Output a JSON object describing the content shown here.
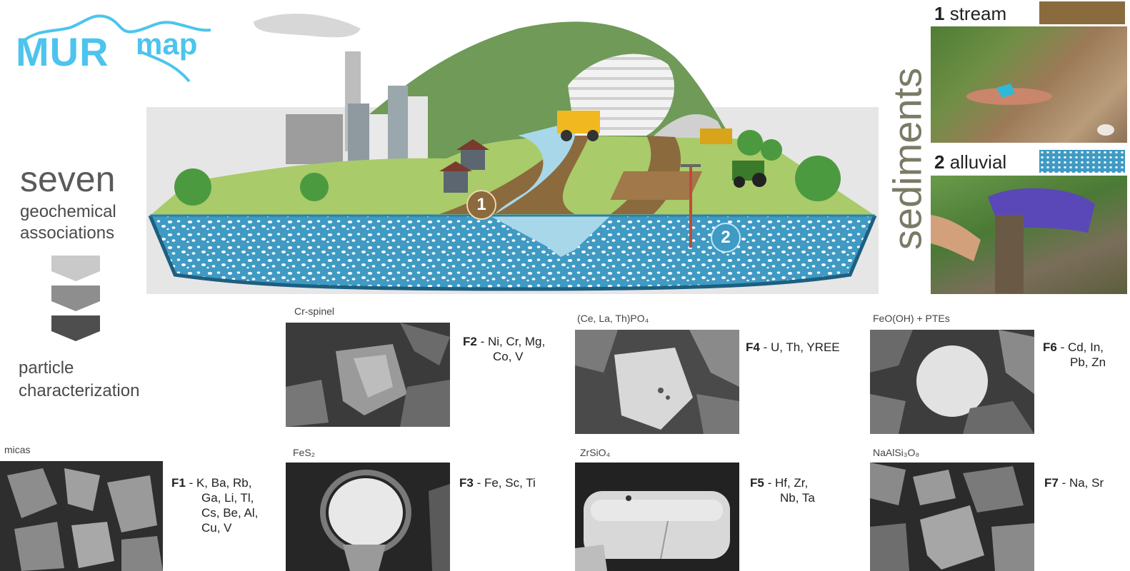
{
  "logo": {
    "mur": "MUR",
    "map": "map"
  },
  "left": {
    "seven": "seven",
    "associations": "geochemical associations",
    "particle": "particle characterization",
    "chevron_colors": [
      "#c9c9c9",
      "#8e8e8e",
      "#4e4e4e"
    ]
  },
  "landscape": {
    "marker1": "1",
    "marker2": "2"
  },
  "sediments": {
    "title": "sediments",
    "stream_num": "1",
    "stream_label": "stream",
    "stream_color": "#8a6b3e",
    "alluvial_num": "2",
    "alluvial_label": "alluvial",
    "alluvial_color": "#3f9ac4"
  },
  "panels": [
    {
      "caption": "micas",
      "fid": "F1",
      "elements": " - K, Ba, Rb,",
      "elements2": "Ga, Li, Tl,",
      "elements3": "Cs, Be, Al,",
      "elements4": "Cu, V"
    },
    {
      "caption": "Cr-spinel",
      "fid": "F2",
      "elements": " - Ni, Cr, Mg,",
      "elements2": "Co, V"
    },
    {
      "caption": "FeS₂",
      "fid": "F3",
      "elements": " - Fe, Sc, Ti"
    },
    {
      "caption": "(Ce, La, Th)PO₄",
      "fid": "F4",
      "elements": " - U, Th, YREE"
    },
    {
      "caption": "ZrSiO₄",
      "fid": "F5",
      "elements": " - Hf, Zr,",
      "elements2": "Nb, Ta"
    },
    {
      "caption": "FeO(OH) + PTEs",
      "fid": "F6",
      "elements": " - Cd, In,",
      "elements2": "Pb, Zn"
    },
    {
      "caption": "NaAlSi₃O₈",
      "fid": "F7",
      "elements": " - Na, Sr"
    }
  ]
}
